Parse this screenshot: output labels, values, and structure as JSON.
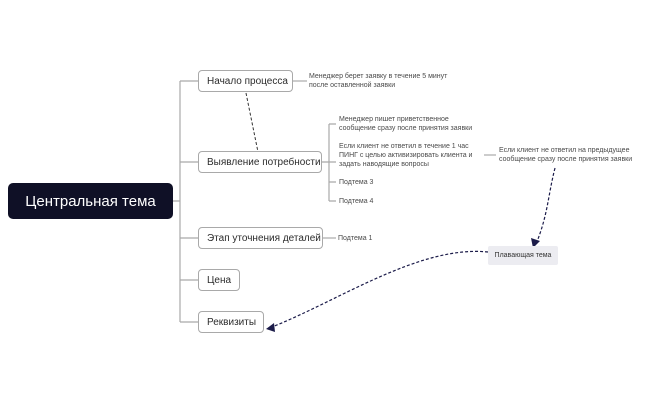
{
  "central": {
    "label": "Центральная тема"
  },
  "topics": {
    "start": "Начало процесса",
    "needs": "Выявление потребности",
    "clarify": "Этап уточнения деталей",
    "price": "Цена",
    "details": "Реквизиты"
  },
  "notes": {
    "start_note": [
      "Менеджер берет заявку в течение 5 минут",
      "после оставленной заявки"
    ],
    "needs_1": [
      "Менеджер пишет приветственное",
      "сообщение сразу после принятия заявки"
    ],
    "needs_2": [
      "Если клиент не ответил в течение 1 час",
      "ПИНГ с целью активизировать клиента и",
      "задать наводящие вопросы"
    ],
    "needs_2_child": [
      "Если клиент  не ответил на предыдущее",
      "сообщение сразу после принятия заявки"
    ],
    "needs_3": "Подтема 3",
    "needs_4": "Подтема 4",
    "clarify_1": "Подтема 1"
  },
  "floating": {
    "label": "Плавающая тема"
  },
  "colors": {
    "central_bg": "#0f1026",
    "connector": "#a9a9a9",
    "relationship": "#1c1c4a",
    "floating_bg": "#ececf1"
  }
}
